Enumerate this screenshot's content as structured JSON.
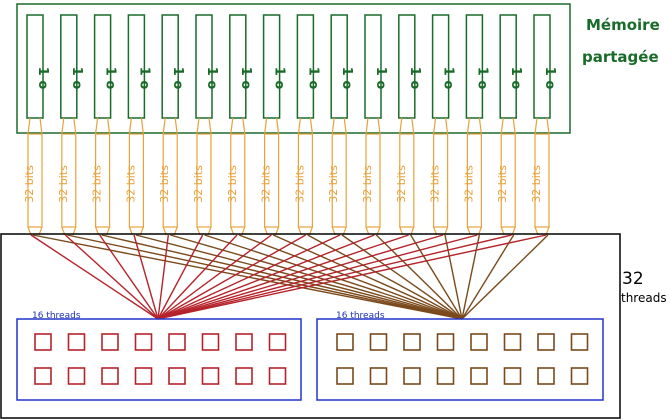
{
  "memory": {
    "title_line1": "Mémoire",
    "title_line2": "partagée",
    "bank_count": 16,
    "bank_label": "1 o",
    "color": "#1a6b2a"
  },
  "bus": {
    "label": "32 bits",
    "color": "#e8a23a"
  },
  "threads": {
    "total_number": "32",
    "total_word": "threads",
    "groups": [
      {
        "label": "16 threads",
        "color": "#b5232b",
        "border_color": "#2233cc"
      },
      {
        "label": "16 threads",
        "color": "#7a4a1c",
        "border_color": "#2233cc"
      }
    ]
  }
}
